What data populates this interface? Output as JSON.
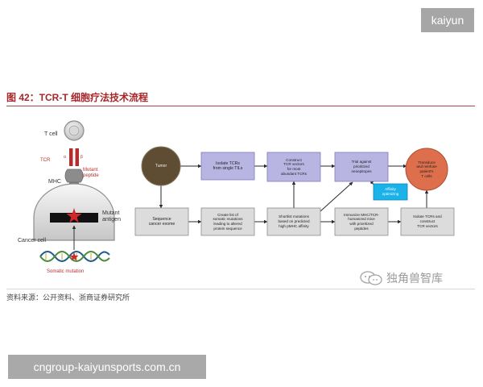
{
  "overlay": {
    "top_badge": "kaiyun",
    "bottom_badge": "cngroup-kaiyunsports.com.cn"
  },
  "figure": {
    "title": "图 42：TCR-T 细胞疗法技术流程",
    "source": "资料来源：公开资料、浙商证券研究所",
    "watermark": "独角兽智库"
  },
  "left_panel": {
    "t_cell": "T cell",
    "tcr": "TCR",
    "alpha": "α",
    "beta": "β",
    "mhc": "MHC",
    "mutant_peptide": "Mutant\npeptide",
    "mutant_antigen": "Mutant\nantigen",
    "cancer_cell": "Cancer cell",
    "somatic_mutation": "Somatic mutation"
  },
  "flow": {
    "tumor": "Tumor",
    "sequence": "Sequence\ncancer exome",
    "isolate_tcrs": "Isolate TCRs\nfrom single TILs",
    "construct": "Construct\nTCR vectors\nfor most\nabundant TCRs",
    "trial": "Trial against\nprioritized\nneoepitopes",
    "transduce": "Transduce\nand reinfuse\npatient's\nT cells",
    "create_list": "Create list of\nsomatic mutations\nleading to altered\nprotein sequence",
    "shortlist": "Shortlist mutations\nbased on predicted\nhigh pMHC affinity",
    "immunize": "Immunize MHC/TCR-\nhumanized mice\nwith prioritized\npeptides",
    "isolate_construct": "Isolate TCRs and\nconstruct\nTCR vectors",
    "affinity": "Affinity\noptimizing"
  },
  "colors": {
    "title_red": "#a8262a",
    "flow_blue": "#b9b5e3",
    "flow_grey": "#dcdcdc",
    "tumor_brown": "#5e4c33",
    "transduce_orange": "#de6f4c",
    "affinity_cyan": "#1ab2e8",
    "mutation_red": "#d2262c"
  }
}
